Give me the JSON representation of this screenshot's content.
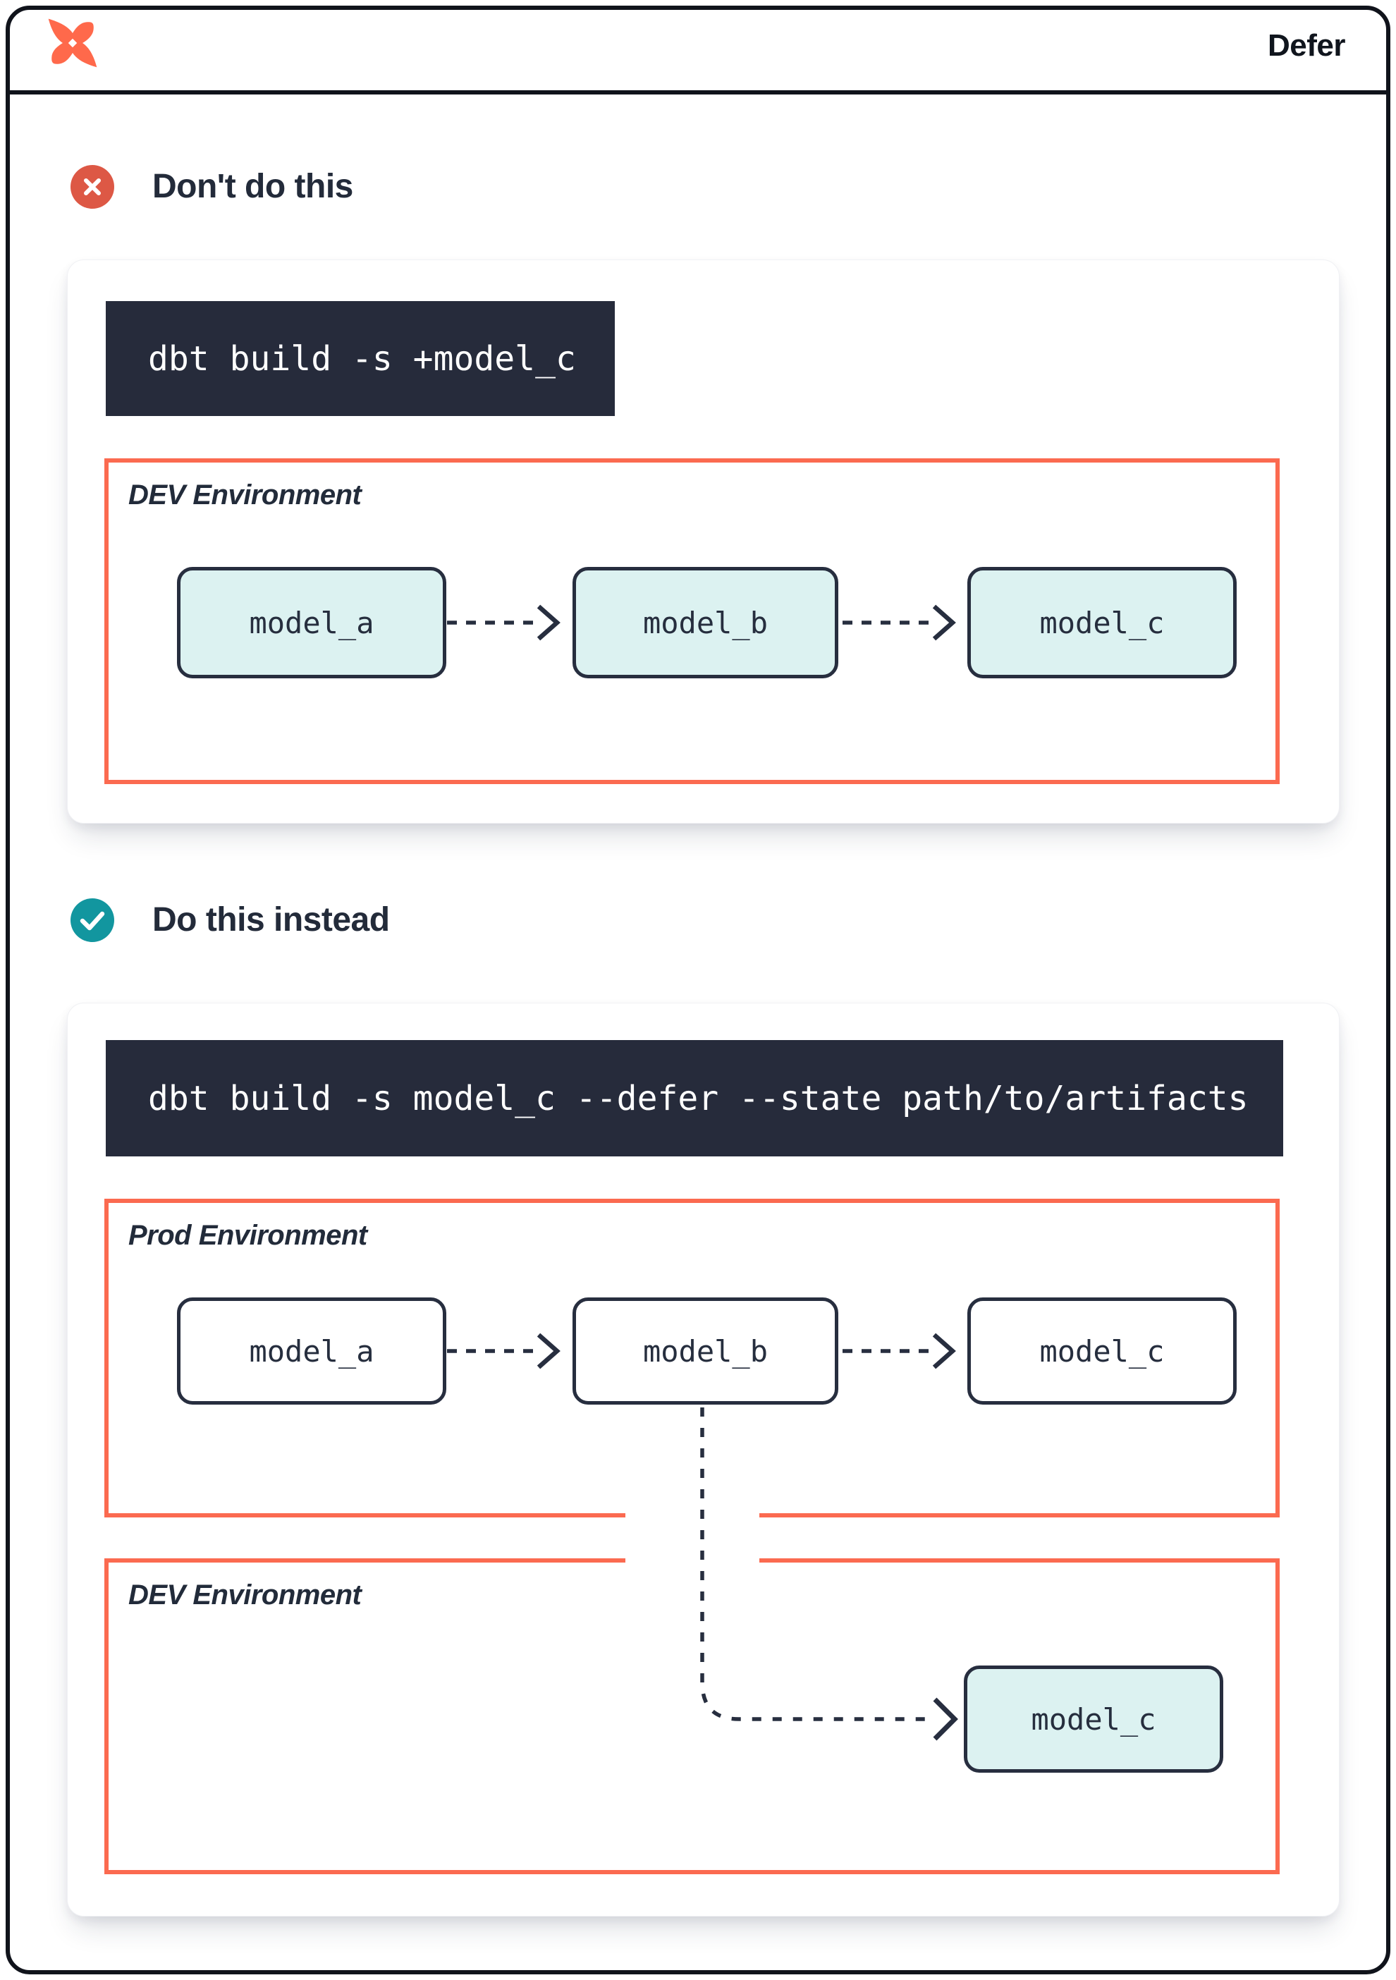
{
  "header": {
    "logo": "dbt-logo",
    "title": "Defer"
  },
  "sections": {
    "dont": {
      "badge_icon": "x-circle-icon",
      "heading": "Don't do this",
      "command": "dbt build -s +model_c",
      "environment": {
        "label": "DEV Environment",
        "models": [
          "model_a",
          "model_b",
          "model_c"
        ]
      }
    },
    "do": {
      "badge_icon": "check-circle-icon",
      "heading": "Do this instead",
      "command": "dbt build -s model_c --defer --state path/to/artifacts",
      "prod_environment": {
        "label": "Prod Environment",
        "models": [
          "model_a",
          "model_b",
          "model_c"
        ]
      },
      "dev_environment": {
        "label": "DEV Environment",
        "models": [
          "model_c"
        ]
      }
    }
  },
  "colors": {
    "logo_orange": "#FF694B",
    "env_border_orange": "#FB6A50",
    "error_red": "#DD5845",
    "success_teal": "#12969F",
    "navy_text": "#232B3A",
    "code_background": "#262B3B",
    "model_fill_teal": "#DCF2F1",
    "frame_black": "#10131B"
  }
}
